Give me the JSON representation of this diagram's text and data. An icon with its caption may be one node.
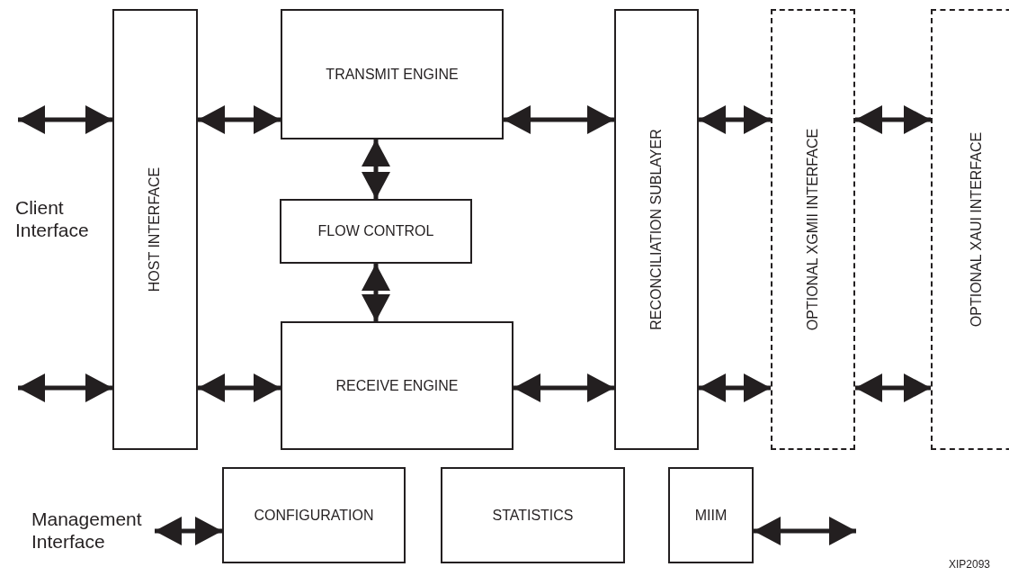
{
  "diagram": {
    "nodes": [
      {
        "text": [
          "HOST INTERFACE"
        ]
      },
      {
        "text": [
          "TRANSMIT ENGINE"
        ]
      },
      {
        "text": [
          "FLOW CONTROL"
        ]
      },
      {
        "text": [
          "RECEIVE ENGINE"
        ]
      },
      {
        "text": [
          "RECONCILIATION SUBLAYER"
        ]
      },
      {
        "text": [
          "OPTIONAL XGMII INTERFACE"
        ]
      },
      {
        "text": [
          "OPTIONAL XAUI INTERFACE"
        ]
      },
      {
        "text": [
          "Management Interface"
        ]
      },
      {
        "text": [
          "CONFIGURATION"
        ]
      },
      {
        "text": [
          "STATISTICS"
        ]
      },
      {
        "text": [
          "MIIM"
        ]
      }
    ],
    "edges": [
      {
        "from": null,
        "to": 0,
        "arrow": "both"
      },
      {
        "from": null,
        "to": 0,
        "arrow": "both"
      },
      {
        "from": 0,
        "to": 1,
        "arrow": "both"
      },
      {
        "from": 0,
        "to": 3,
        "arrow": "both"
      },
      {
        "from": 1,
        "to": 2,
        "arrow": "both"
      },
      {
        "from": 2,
        "to": 3,
        "arrow": "both"
      },
      {
        "from": 1,
        "to": 4,
        "arrow": "both"
      },
      {
        "from": 3,
        "to": 4,
        "arrow": "both"
      },
      {
        "from": 4,
        "to": 5,
        "arrow": "both"
      },
      {
        "from": 4,
        "to": 5,
        "arrow": "both"
      },
      {
        "from": 5,
        "to": 6,
        "arrow": "both"
      },
      {
        "from": 5,
        "to": 6,
        "arrow": "both"
      },
      {
        "from": 7,
        "to": 8,
        "arrow": "both"
      },
      {
        "from": 10,
        "to": null,
        "arrow": "both"
      }
    ],
    "labels": [
      "Client Interface",
      "XIP2093"
    ]
  }
}
